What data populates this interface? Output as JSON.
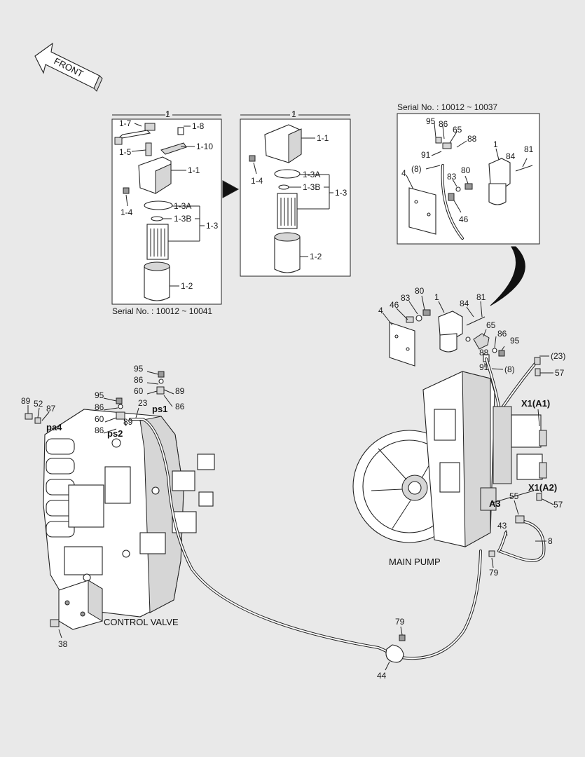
{
  "front_label": "FRONT",
  "box1": {
    "num": "1",
    "serial": "Serial No. : 10012 ~ 10041",
    "labels": [
      "1-7",
      "1-8",
      "1-5",
      "1-10",
      "1-1",
      "1-4",
      "1-3A",
      "1-3B",
      "1-3",
      "1-2"
    ]
  },
  "box2": {
    "num": "1",
    "labels": [
      "1-1",
      "1-4",
      "1-3A",
      "1-3B",
      "1-3",
      "1-2"
    ]
  },
  "box3": {
    "serial": "Serial No. : 10012 ~ 10037",
    "labels": [
      "95",
      "86",
      "65",
      "88",
      "1",
      "84",
      "81",
      "91",
      "(8)",
      "4",
      "83",
      "80",
      "46"
    ]
  },
  "detail": {
    "labels": [
      "4",
      "46",
      "83",
      "80",
      "1",
      "84",
      "81",
      "65",
      "86",
      "95",
      "88",
      "91",
      "(8)",
      "(23)",
      "57"
    ]
  },
  "main_pump": {
    "caption": "MAIN PUMP",
    "ports": [
      "X1(A1)",
      "X1(A2)",
      "A3"
    ],
    "labels": [
      "57",
      "55",
      "43",
      "8",
      "79"
    ]
  },
  "control_valve": {
    "caption": "CONTROL VALVE",
    "ports": [
      "pa4",
      "ps1",
      "ps2"
    ],
    "labels": [
      "89",
      "52",
      "87",
      "95",
      "86",
      "60",
      "89",
      "86",
      "95",
      "86",
      "23",
      "60",
      "89",
      "86",
      "38"
    ]
  },
  "clamp": {
    "labels": [
      "79",
      "44"
    ]
  }
}
